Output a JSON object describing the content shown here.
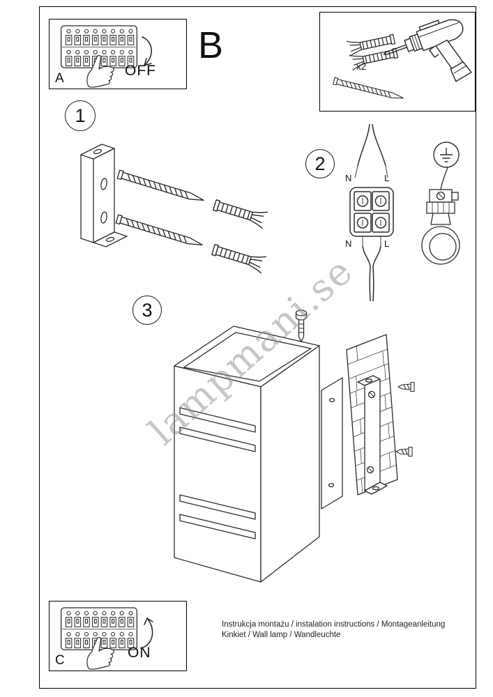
{
  "watermark": {
    "text": "lampmani.se"
  },
  "panel_a": {
    "label": "A",
    "state": "OFF"
  },
  "panel_b": {
    "label": "B"
  },
  "tools": {
    "quantity": "x2"
  },
  "steps": [
    "1",
    "2",
    "3"
  ],
  "wiring": {
    "neutral": "N",
    "live": "L"
  },
  "panel_c": {
    "label": "C",
    "state": "ON"
  },
  "footer": {
    "line1": "Instrukcja montażu / instalation instructions / Montageanleitung",
    "line2": "Kinkiet / Wall lamp / Wandleuchte"
  }
}
